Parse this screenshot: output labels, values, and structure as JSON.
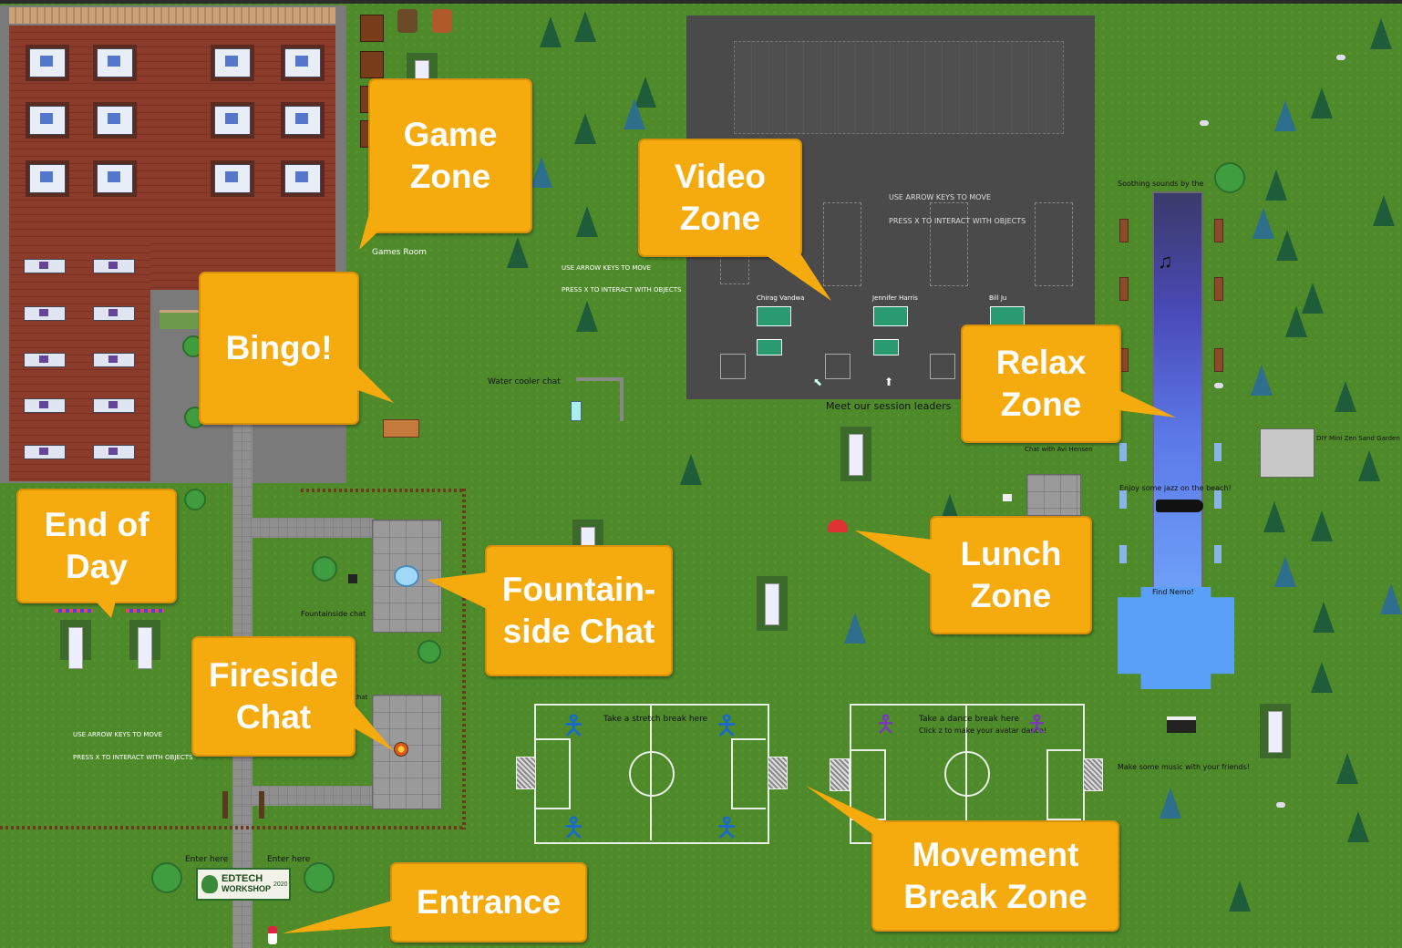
{
  "zones": [
    {
      "id": "game",
      "label": "Game\nZone"
    },
    {
      "id": "video",
      "label": "Video\nZone"
    },
    {
      "id": "bingo",
      "label": "Bingo!"
    },
    {
      "id": "relax",
      "label": "Relax\nZone"
    },
    {
      "id": "endofday",
      "label": "End of\nDay"
    },
    {
      "id": "fountain",
      "label": "Fountain-\nside Chat"
    },
    {
      "id": "lunch",
      "label": "Lunch\nZone"
    },
    {
      "id": "fireside",
      "label": "Fireside\nChat"
    },
    {
      "id": "movement",
      "label": "Movement\nBreak Zone"
    },
    {
      "id": "entrance",
      "label": "Entrance"
    }
  ],
  "map_labels": {
    "games_room": "Games Room",
    "water_cooler": "Water cooler chat",
    "meet_leaders": "Meet our session leaders",
    "leader1": "Chirag Vandwa",
    "leader2": "Jennifer Harris",
    "leader3": "Bill Ju",
    "fountainside_chat": "Fountainside chat",
    "fireside_chat": "chat",
    "soothing": "Soothing sounds by the",
    "chat_with": "Chat with Avi Hensen",
    "jazz": "Enjoy some jazz on the beach!",
    "find_nemo": "Find Nemo!",
    "zen_garden": "DIY Mini Zen Sand Garden",
    "stretch": "Take a stretch break here",
    "dance": "Take a dance break here",
    "dance2": "Click z to make your avatar dance!",
    "music": "Make some music with your friends!",
    "enter1": "Enter here",
    "enter2": "Enter here",
    "arrow_keys_1": "USE ARROW KEYS TO MOVE",
    "interact_1": "PRESS X TO INTERACT WITH OBJECTS",
    "arrow_keys_2": "USE ARROW KEYS TO MOVE",
    "interact_2": "PRESS X TO INTERACT WITH OBJECTS",
    "arrow_keys_3": "USE ARROW KEYS TO MOVE",
    "interact_3": "PRESS X TO INTERACT WITH OBJECTS"
  },
  "logo": {
    "line1": "EDTECH",
    "line2": "WORKSHOP",
    "year": "2020"
  },
  "colors": {
    "grass": "#4e8a2a",
    "callout": "#f5aa0d",
    "video_floor": "#4a4a4a",
    "river": "#5b78e6",
    "floor": "#8a3b2a"
  }
}
